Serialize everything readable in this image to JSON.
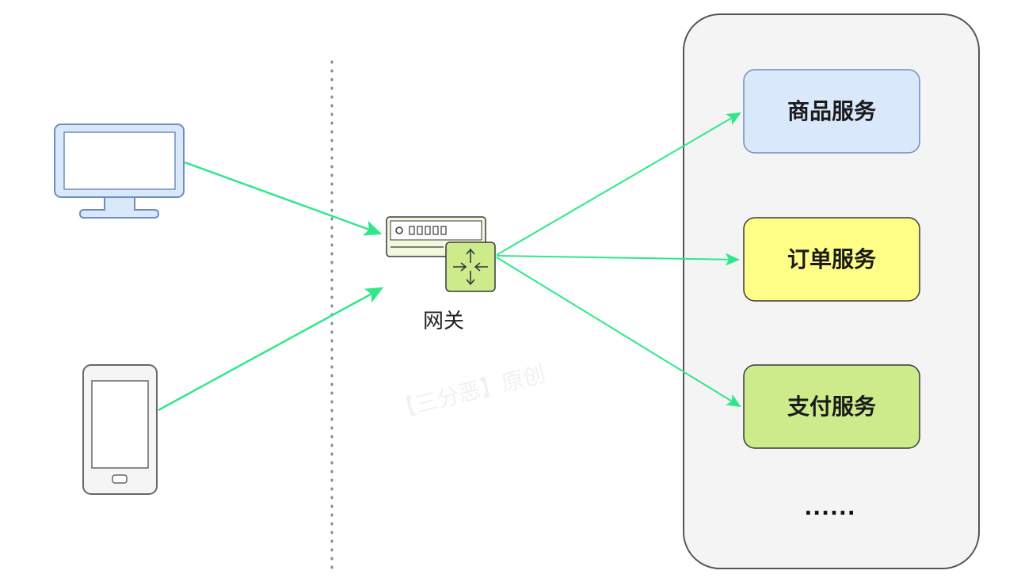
{
  "gateway": {
    "label": "网关"
  },
  "services": [
    {
      "label": "商品服务",
      "fill": "#dae8fc",
      "stroke": "#6c8ebf"
    },
    {
      "label": "订单服务",
      "fill": "#ffff88",
      "stroke": "#36393d"
    },
    {
      "label": "支付服务",
      "fill": "#cdeb8b",
      "stroke": "#36393d"
    }
  ],
  "more_services": "......",
  "watermark": "【三分恶】原创",
  "colors": {
    "arrow": "#2ee88a",
    "container_fill": "#f4f4f4",
    "container_stroke": "#555555",
    "desktop_fill": "#dae8fc",
    "desktop_stroke": "#6c8ebf",
    "phone_fill": "#f5f5f5",
    "phone_stroke": "#666666",
    "gateway_fill": "#cdeb8b",
    "gateway_stroke": "#36393d",
    "separator": "#888888"
  },
  "icons": {
    "client_desktop": "desktop-monitor-icon",
    "client_mobile": "mobile-phone-icon",
    "gateway": "router-gateway-icon"
  }
}
